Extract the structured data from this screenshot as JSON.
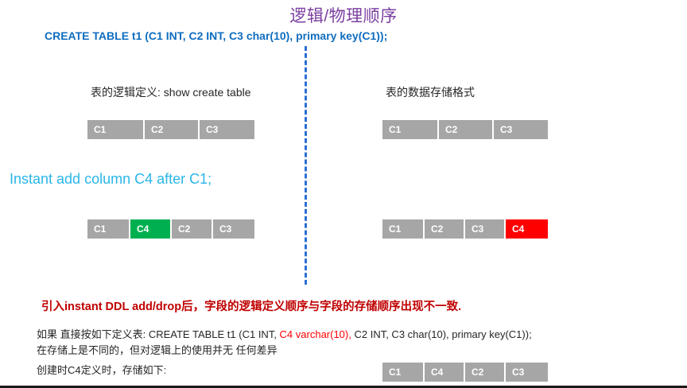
{
  "slide": {
    "title": "逻辑/物理顺序",
    "title_color": "#7b3fa0",
    "ddl_statement": "CREATE TABLE t1 (C1 INT, C2 INT, C3 char(10), primary key(C1));",
    "ddl_color": "#0f6dbf",
    "divider": "vertical-dashed-blue"
  },
  "columns": {
    "left_caption": "表的逻辑定义: show create table",
    "right_caption": "表的数据存储格式"
  },
  "instant_statement": {
    "text": "Instant add column C4 after C1;",
    "color": "#29b6e8"
  },
  "tables": {
    "logical_before": {
      "cells": [
        {
          "label": "C1",
          "color": "#a6a6a6"
        },
        {
          "label": "C2",
          "color": "#a6a6a6"
        },
        {
          "label": "C3",
          "color": "#a6a6a6"
        }
      ]
    },
    "storage_before": {
      "cells": [
        {
          "label": "C1",
          "color": "#a6a6a6"
        },
        {
          "label": "C2",
          "color": "#a6a6a6"
        },
        {
          "label": "C3",
          "color": "#a6a6a6"
        }
      ]
    },
    "logical_after": {
      "cells": [
        {
          "label": "C1",
          "color": "#a6a6a6"
        },
        {
          "label": "C4",
          "color": "#00b050"
        },
        {
          "label": "C2",
          "color": "#a6a6a6"
        },
        {
          "label": "C3",
          "color": "#a6a6a6"
        }
      ]
    },
    "storage_after": {
      "cells": [
        {
          "label": "C1",
          "color": "#a6a6a6"
        },
        {
          "label": "C2",
          "color": "#a6a6a6"
        },
        {
          "label": "C3",
          "color": "#a6a6a6"
        },
        {
          "label": "C4",
          "color": "#ff0000"
        }
      ]
    },
    "storage_created_with_c4": {
      "cells": [
        {
          "label": "C1",
          "color": "#a6a6a6"
        },
        {
          "label": "C4",
          "color": "#a6a6a6"
        },
        {
          "label": "C2",
          "color": "#a6a6a6"
        },
        {
          "label": "C3",
          "color": "#a6a6a6"
        }
      ]
    }
  },
  "notes": {
    "red_emphasis": "引入instant DDL add/drop后，字段的逻辑定义顺序与字段的存储顺序出现不一致.",
    "red_emphasis_color": "#c00000",
    "line1_prefix": "如果 直接按如下定义表:  CREATE TABLE t1 (C1 INT, ",
    "line1_highlight": "C4 varchar(10),",
    "line1_suffix": " C2 INT, C3 char(10), primary key(C1));",
    "line2": "在存储上是不同的，但对逻辑上的使用并无 任何差异",
    "line3": "创建时C4定义时，存储如下:"
  }
}
